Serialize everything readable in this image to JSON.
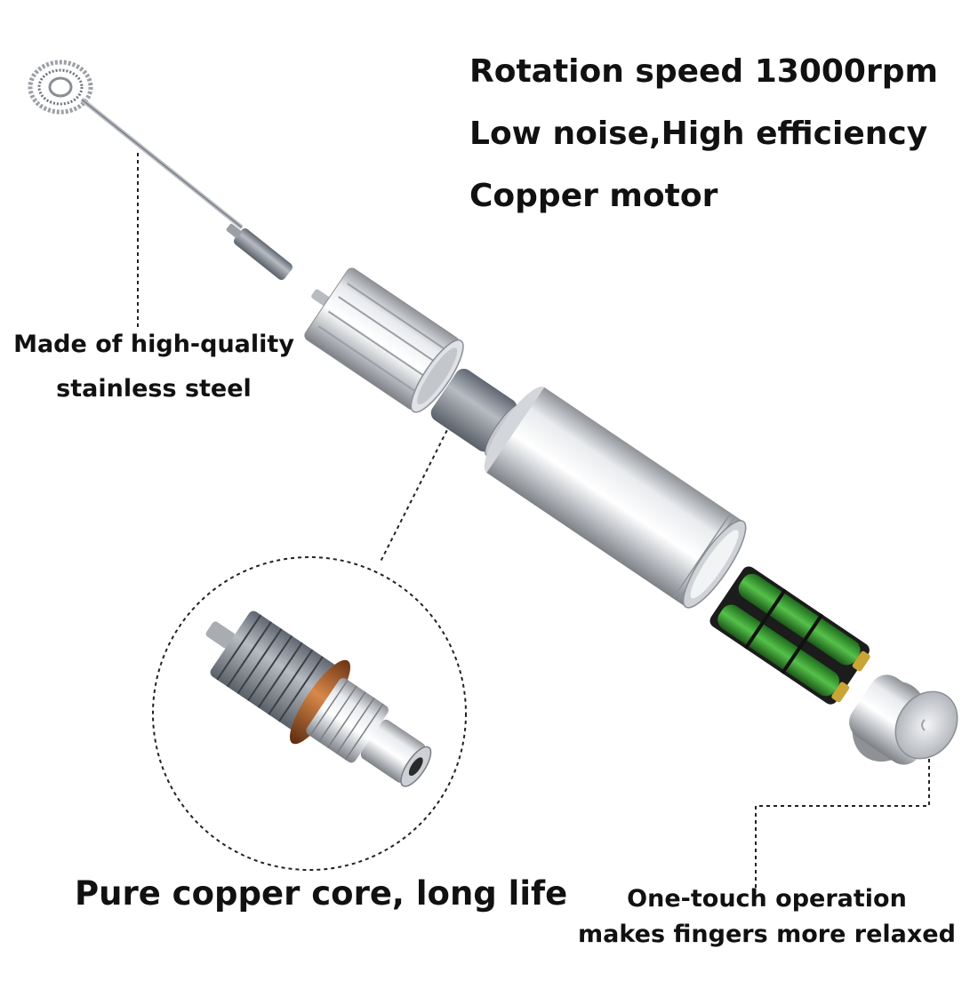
{
  "features": [
    "Rotation speed 13000rpm",
    "Low noise,High efficiency",
    "Copper motor"
  ],
  "callouts": {
    "steel_line1": "Made of high-quality",
    "steel_line2": "stainless steel",
    "copper_core": "Pure copper core, long life",
    "button_line1": "One-touch operation",
    "button_line2": "makes fingers more relaxed"
  },
  "icons": {
    "whisk": "whisk-head-icon",
    "motor_housing": "fluted-housing-icon",
    "motor": "copper-motor-icon",
    "body": "steel-tube-icon",
    "battery": "battery-pack-icon",
    "cap": "power-button-cap-icon",
    "armature": "motor-armature-icon"
  },
  "colors": {
    "text": "#111111",
    "steel": "#c9ccd1",
    "copper": "#c0703a",
    "battery_green": "#3fae3a"
  }
}
